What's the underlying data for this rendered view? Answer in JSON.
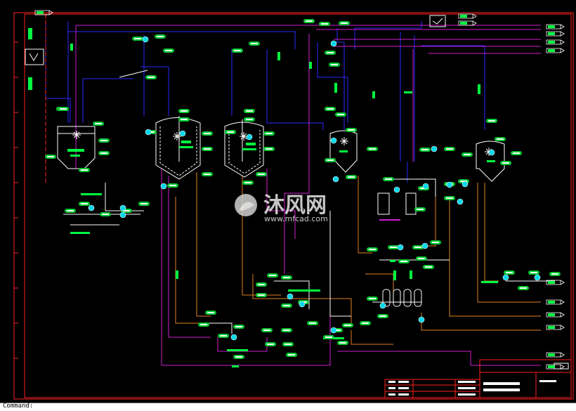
{
  "drawing": {
    "watermark_text": "沐风网",
    "watermark_url": "www.mfcad.com",
    "command_line": "Command: ",
    "colors": {
      "background": "#000000",
      "frame": "#ff2020",
      "blue_line": "#2a2aff",
      "magenta_line": "#d020d0",
      "orange_line": "#e08020",
      "white_line": "#ffffff",
      "green_tag": "#00ff40",
      "cyan_valve": "#00e0e0"
    },
    "icons": [
      "vessel-icon",
      "pump-icon",
      "valve-icon",
      "instrument-tag-icon",
      "arrow-icon"
    ]
  }
}
